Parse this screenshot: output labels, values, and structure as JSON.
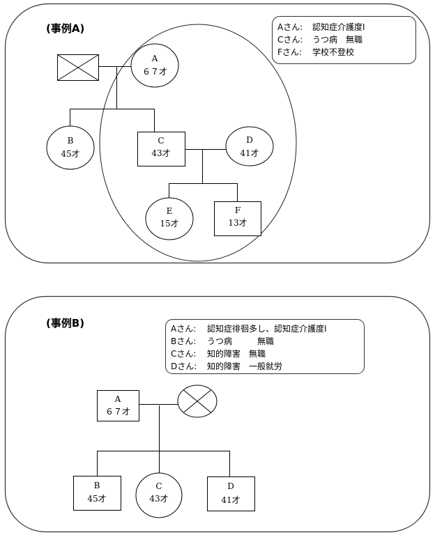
{
  "case_a": {
    "title": "(事例A)",
    "legend": [
      {
        "name": "Aさん:",
        "text": "認知症介護度Ⅰ"
      },
      {
        "name": "Cさん:",
        "text": "うつ病　無職"
      },
      {
        "name": "Fさん:",
        "text": "学校不登校"
      }
    ],
    "persons": {
      "father": {
        "shape": "square",
        "deceased": true
      },
      "A": {
        "label": "A",
        "age": "６７才",
        "shape": "circle"
      },
      "B": {
        "label": "B",
        "age": "45才",
        "shape": "circle"
      },
      "C": {
        "label": "C",
        "age": "43才",
        "shape": "square"
      },
      "D": {
        "label": "D",
        "age": "41才",
        "shape": "circle"
      },
      "E": {
        "label": "E",
        "age": "15才",
        "shape": "circle"
      },
      "F": {
        "label": "F",
        "age": "13才",
        "shape": "square"
      }
    }
  },
  "case_b": {
    "title": "(事例B)",
    "legend": [
      {
        "name": "Aさん:",
        "text": "認知症徘徊多し、認知症介護度Ⅰ"
      },
      {
        "name": "Bさん:",
        "text": "うつ病　　　無職"
      },
      {
        "name": "Cさん:",
        "text": "知的障害　無職"
      },
      {
        "name": "Dさん:",
        "text": "知的障害　一般就労"
      }
    ],
    "persons": {
      "A": {
        "label": "A",
        "age": "６７才",
        "shape": "square"
      },
      "spouse": {
        "shape": "circle",
        "deceased": true
      },
      "B": {
        "label": "B",
        "age": "45才",
        "shape": "square"
      },
      "C": {
        "label": "C",
        "age": "43才",
        "shape": "circle"
      },
      "D": {
        "label": "D",
        "age": "41才",
        "shape": "square"
      }
    }
  }
}
